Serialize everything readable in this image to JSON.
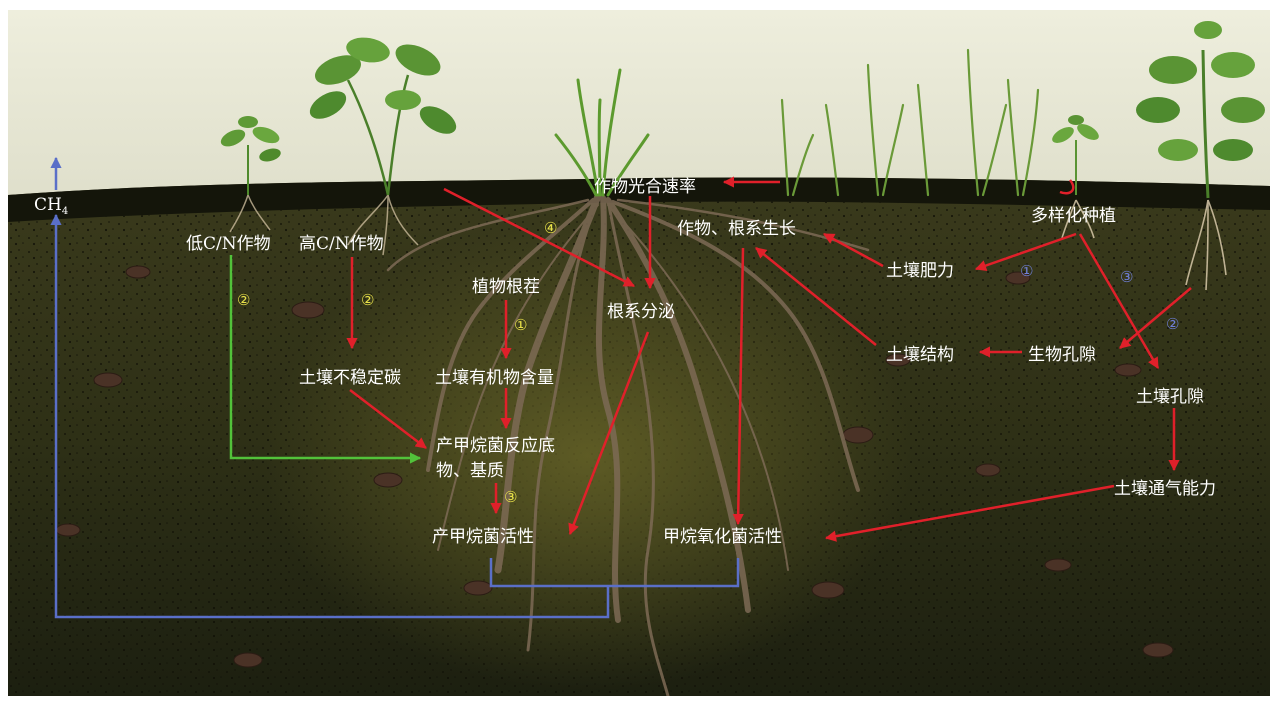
{
  "diagram": {
    "nodes": {
      "ch4": "CH",
      "ch4_sub": "4",
      "low_cn": "低C/N作物",
      "high_cn": "高C/N作物",
      "photosynthesis": "作物光合速率",
      "crop_root_growth": "作物、根系生长",
      "diversified": "多样化种植",
      "rhizome": "植物根茬",
      "root_exudate": "根系分泌",
      "soil_fertility": "土壤肥力",
      "soil_structure": "土壤结构",
      "bio_pore": "生物孔隙",
      "soil_pore": "土壤孔隙",
      "unstable_c": "土壤不稳定碳",
      "organic_matter": "土壤有机物含量",
      "substrate_line1": "产甲烷菌反应底",
      "substrate_line2": "物、基质",
      "aeration": "土壤通气能力",
      "methanogen": "产甲烷菌活性",
      "methanotroph": "甲烷氧化菌活性"
    },
    "markers": {
      "m1_yellow": "①",
      "m2_yellow_a": "②",
      "m2_yellow_b": "②",
      "m3_yellow": "③",
      "m4_yellow": "④",
      "m1_blue": "①",
      "m2_blue": "②",
      "m3_blue": "③"
    },
    "colors": {
      "arrow_red": "#e0202a",
      "arrow_green": "#52c23a",
      "arrow_blue": "#5a6fc8",
      "label": "#ffffff",
      "marker_yellow": "#e9e24a",
      "marker_blue": "#6f7fd8"
    }
  }
}
